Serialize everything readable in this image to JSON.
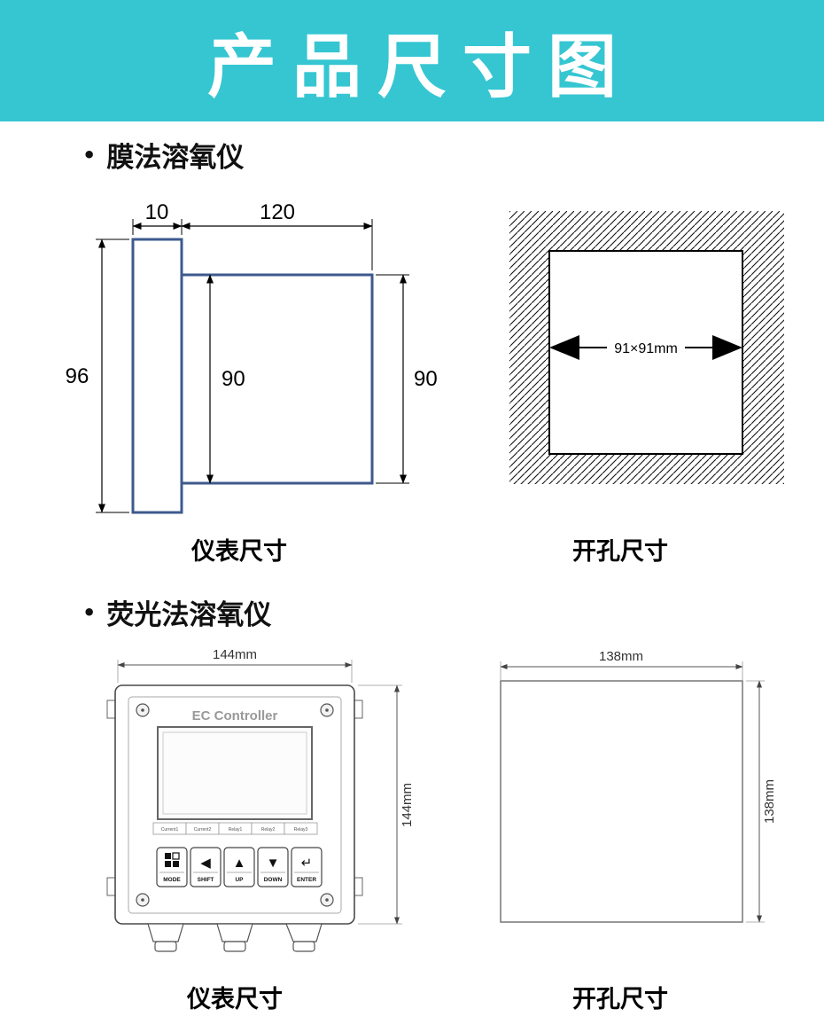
{
  "banner": {
    "title": "产品尺寸图",
    "bg_color": "#35C6D2",
    "text_color": "#FFFFFF"
  },
  "colors": {
    "drawing_stroke": "#3D5A8C",
    "dimension_line": "#000000",
    "device_line": "#4A4A4A"
  },
  "section_membrane": {
    "bullet": "•",
    "title": "膜法溶氧仪",
    "instrument": {
      "dims": {
        "flange_width": "10",
        "body_width": "120",
        "flange_height": "96",
        "body_height_inner": "90",
        "body_height_right": "90"
      },
      "caption": "仪表尺寸"
    },
    "cutout": {
      "hole_size": "91×91mm",
      "caption": "开孔尺寸"
    }
  },
  "section_fluorescence": {
    "bullet": "•",
    "title": "荧光法溶氧仪",
    "instrument": {
      "width": "144mm",
      "height": "144mm",
      "device_title": "EC Controller",
      "terminals": [
        "Current1",
        "Current2",
        "Relay1",
        "Relay2",
        "Relay3"
      ],
      "buttons": [
        {
          "label": "MODE",
          "glyph": ""
        },
        {
          "label": "SHIFT",
          "glyph": "◀"
        },
        {
          "label": "UP",
          "glyph": "▲"
        },
        {
          "label": "DOWN",
          "glyph": "▼"
        },
        {
          "label": "ENTER",
          "glyph": "↵"
        }
      ],
      "caption": "仪表尺寸"
    },
    "cutout": {
      "width": "138mm",
      "height": "138mm",
      "caption": "开孔尺寸"
    }
  }
}
